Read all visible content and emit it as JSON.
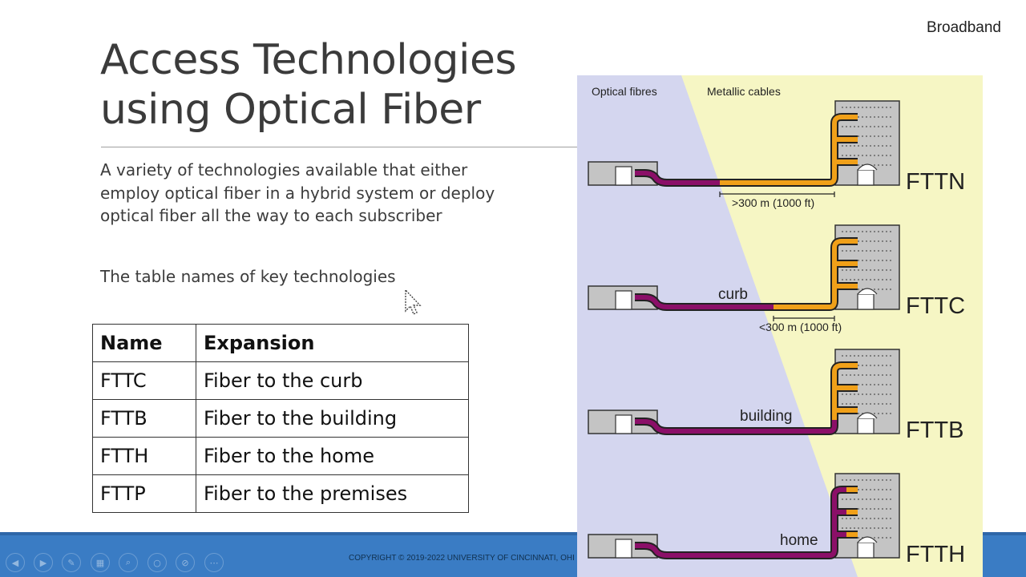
{
  "header": {
    "label": "Broadband"
  },
  "slide": {
    "title": "Access Technologies\nusing Optical Fiber",
    "paragraphs": [
      "A variety of technologies available that either employ optical fiber in a hybrid system or deploy optical fiber all the way to each subscriber",
      "The table names of key technologies"
    ]
  },
  "table": {
    "headers": [
      "Name",
      "Expansion"
    ],
    "rows": [
      [
        "FTTC",
        "Fiber to the curb"
      ],
      [
        "FTTB",
        "Fiber to the building"
      ],
      [
        "FTTH",
        "Fiber to the home"
      ],
      [
        "FTTP",
        "Fiber to the premises"
      ]
    ]
  },
  "figure": {
    "zone_labels": {
      "optical": "Optical fibres",
      "metallic": "Metallic cables"
    },
    "variants": [
      {
        "name": "FTTN",
        "dist": ">300 m (1000 ft)",
        "point": ""
      },
      {
        "name": "FTTC",
        "dist": "<300 m (1000 ft)",
        "point": "curb"
      },
      {
        "name": "FTTB",
        "dist": "",
        "point": "building"
      },
      {
        "name": "FTTH",
        "dist": "",
        "point": "home"
      }
    ],
    "colors": {
      "optical_bg": "#d4d6ef",
      "metallic_bg": "#f6f6c4",
      "fiber": "#8b0f68",
      "copper": "#f0a019",
      "building": "#c4c4c4"
    }
  },
  "footer": {
    "copyright": "COPYRIGHT © 2019-2022 UNIVERSITY OF CINCINNATI, OHI",
    "controls": [
      "back-icon",
      "forward-icon",
      "pen-icon",
      "slides-icon",
      "zoom-icon",
      "circle-icon",
      "hide-icon",
      "more-icon"
    ]
  }
}
